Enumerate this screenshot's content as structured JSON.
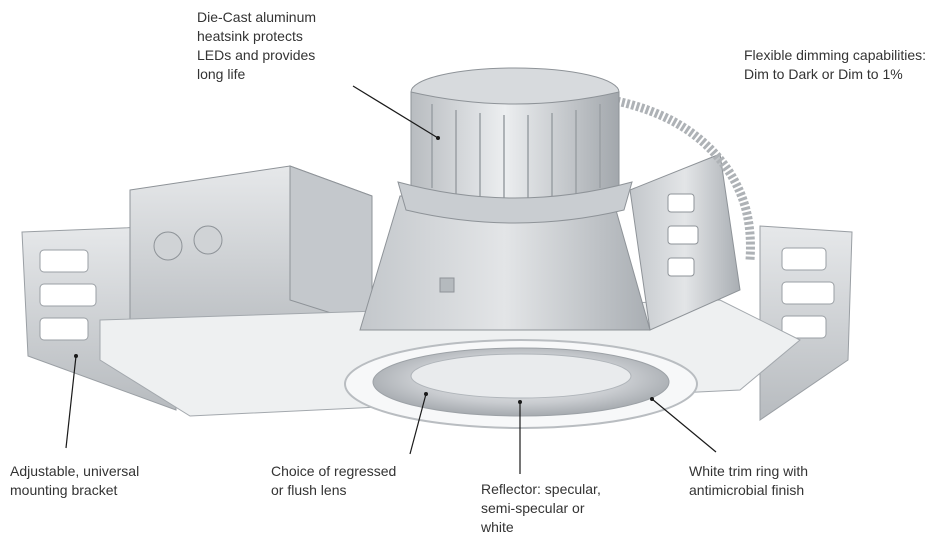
{
  "callouts": {
    "heatsink": "Die-Cast aluminum\nheatsink protects\nLEDs and provides\nlong life",
    "dimming": "Flexible dimming capabilities:\nDim to Dark or Dim to 1%",
    "bracket": "Adjustable, universal\nmounting bracket",
    "lens": "Choice of regressed\nor flush lens",
    "reflector": "Reflector: specular,\nsemi-specular or\nwhite",
    "trim": "White trim ring with\nantimicrobial finish"
  },
  "colors": {
    "text": "#333333",
    "leader_line": "#1a1a1a",
    "metal_light": "#d9dcdf",
    "metal_mid": "#b9bdc1",
    "metal_dark": "#8e9398",
    "trim_white": "#f7f8f9"
  }
}
